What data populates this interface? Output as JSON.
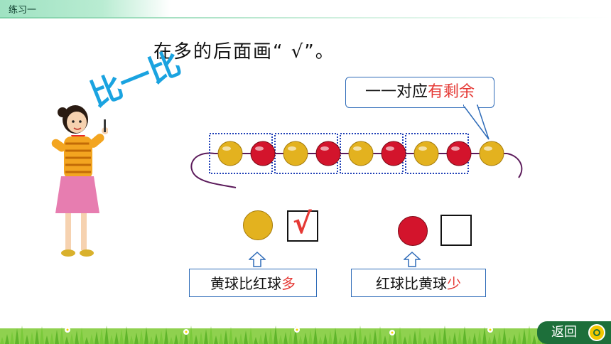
{
  "header": {
    "title": "练习一"
  },
  "instruction": "在多的后面画“ √”。",
  "compare_label": "比一比",
  "callout": {
    "prefix": "一一对应",
    "highlight": "有剩余"
  },
  "beads": {
    "yellow_color": "#e3b21f",
    "red_color": "#d3142c",
    "string_color": "#5b1a5a",
    "group_outline_color": "#1f3fb6",
    "sequence": [
      "yellow",
      "red",
      "yellow",
      "red",
      "yellow",
      "red",
      "yellow",
      "red",
      "yellow"
    ]
  },
  "left_item": {
    "ball_color": "#e3b21f",
    "checked": true,
    "mark": "√",
    "label_prefix": "黄球比红球",
    "label_highlight": "多"
  },
  "right_item": {
    "ball_color": "#d3142c",
    "checked": false,
    "label_prefix": "红球比黄球",
    "label_highlight": "少"
  },
  "footer": {
    "back_label": "返回"
  },
  "colors": {
    "accent_red": "#e53935",
    "box_border": "#2e6bb8"
  }
}
